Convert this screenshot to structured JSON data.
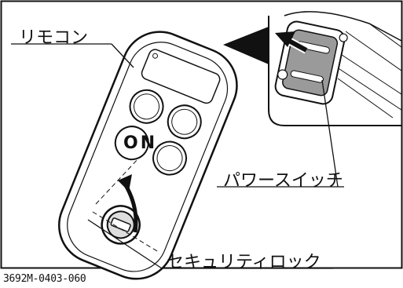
{
  "diagram": {
    "labels": {
      "remote": "リモコン",
      "power_switch": "パワースイッチ",
      "security_lock": "セキュリティロック",
      "on": "ON"
    },
    "figure_code": "3692M-0403-060"
  },
  "colors": {
    "line": "#111111",
    "background": "#ffffff"
  }
}
